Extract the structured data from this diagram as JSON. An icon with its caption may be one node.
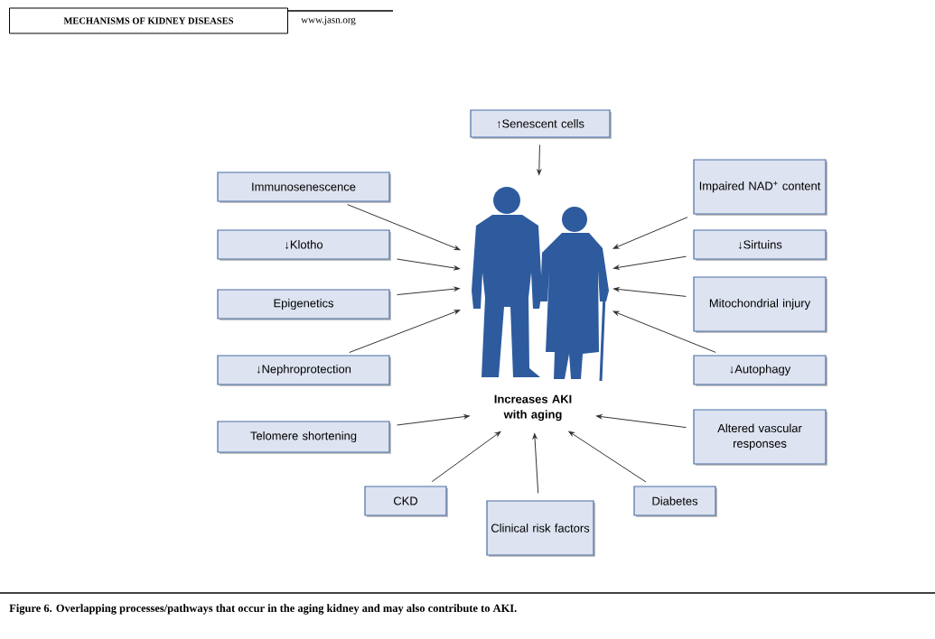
{
  "diagram": {
    "caption": "Figure 6. Overlapping processes/pathways that occur in the aging kidney and may also contribute to AKI.",
    "nodes": [
      {
        "text": [
          "↑Senescent cells"
        ]
      },
      {
        "text": [
          "Immunosenescence"
        ]
      },
      {
        "text": [
          "Impaired NAD$^{+}$ content"
        ]
      },
      {
        "text": [
          "↓Klotho"
        ]
      },
      {
        "text": [
          "↓Sirtuins"
        ]
      },
      {
        "text": [
          "Epigenetics"
        ]
      },
      {
        "text": [
          "Mitochondrial injury"
        ]
      },
      {
        "text": [],
        "shape": "picture"
      },
      {
        "text": [
          "↓Nephroprotection"
        ]
      },
      {
        "text": [
          "↓Autophagy"
        ]
      },
      {
        "text": [
          "Increases AKI with aging"
        ]
      },
      {
        "text": [
          "Telomere shortening"
        ]
      },
      {
        "text": [
          "Altered vascular responses"
        ]
      },
      {
        "text": [
          "CKD"
        ]
      },
      {
        "text": [
          "Diabetes"
        ]
      },
      {
        "text": [
          "Clinical risk factors"
        ]
      }
    ],
    "edges": [
      {
        "from": 0,
        "to": 7,
        "arrow": "to"
      },
      {
        "from": 1,
        "to": 7,
        "arrow": "to"
      },
      {
        "from": 2,
        "to": 7,
        "arrow": "to"
      },
      {
        "from": 3,
        "to": 7,
        "arrow": "to"
      },
      {
        "from": 4,
        "to": 7,
        "arrow": "to"
      },
      {
        "from": 5,
        "to": 7,
        "arrow": "to"
      },
      {
        "from": 6,
        "to": 7,
        "arrow": "to"
      },
      {
        "from": 8,
        "to": 7,
        "arrow": "to"
      },
      {
        "from": 9,
        "to": 7,
        "arrow": "to"
      },
      {
        "from": 11,
        "to": 10,
        "arrow": "to"
      },
      {
        "from": 12,
        "to": 10,
        "arrow": "to"
      },
      {
        "from": 13,
        "to": 10,
        "arrow": "to"
      },
      {
        "from": 14,
        "to": 10,
        "arrow": "to"
      },
      {
        "from": 15,
        "to": 10,
        "arrow": "to"
      }
    ],
    "labels": [
      "MECHANISMS OF KIDNEY DISEASES",
      "www.jasn.org"
    ]
  }
}
